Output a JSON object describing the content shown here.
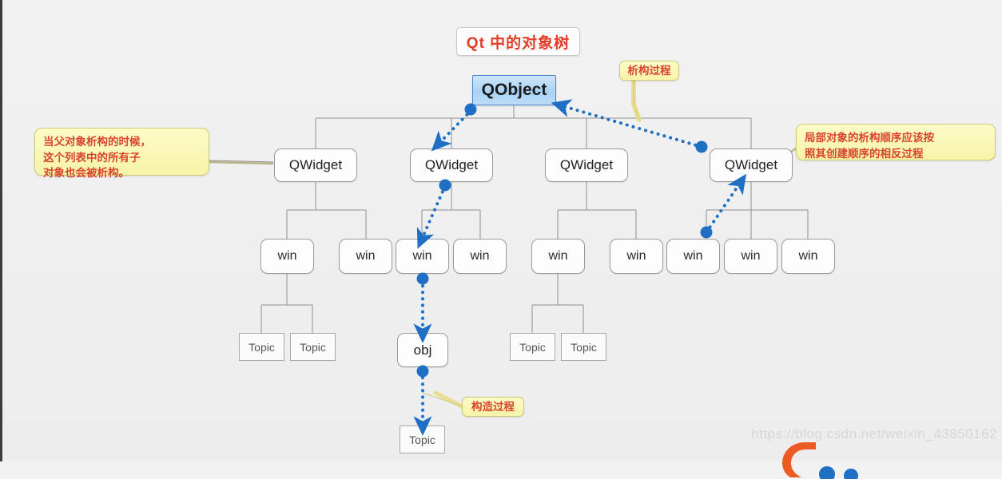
{
  "title": {
    "text": "Qt 中的对象树"
  },
  "watermark": {
    "url": "https://blog.csdn.net/weixin_43850162",
    "logo": "csdn-logo"
  },
  "notes": {
    "left": {
      "lines": [
        "当父对象析构的时候，",
        "这个列表中的所有子",
        "对象也会被析构。"
      ]
    },
    "right": {
      "lines": [
        "局部对象的析构顺序应该按",
        "照其创建顺序的相反过程"
      ]
    },
    "destruct_label": {
      "text": "析构过程"
    },
    "construct_label": {
      "text": "构造过程"
    }
  },
  "colors": {
    "accent_blue": "#1f6fc4",
    "node_border": "#9a9a9a",
    "qobject_fill": "#a9d2f5",
    "qobject_border": "#4a86c8",
    "note_fill": "#f9f5ac",
    "note_border": "#cfc97a",
    "title_red": "#e23b28",
    "tree_line": "#8f8f8f",
    "background": "#efefef"
  },
  "tree": {
    "root": {
      "label": "QObject"
    },
    "level1": [
      {
        "label": "QWidget"
      },
      {
        "label": "QWidget"
      },
      {
        "label": "QWidget"
      },
      {
        "label": "QWidget"
      }
    ],
    "level2": [
      {
        "label": "win"
      },
      {
        "label": "win"
      },
      {
        "label": "win"
      },
      {
        "label": "win"
      },
      {
        "label": "win"
      },
      {
        "label": "win"
      },
      {
        "label": "win"
      },
      {
        "label": "win"
      },
      {
        "label": "win"
      }
    ],
    "level3": [
      {
        "label": "Topic"
      },
      {
        "label": "Topic"
      },
      {
        "label": "Topic"
      },
      {
        "label": "Topic"
      }
    ],
    "obj_node": {
      "label": "obj"
    },
    "obj_child": {
      "label": "Topic"
    }
  }
}
